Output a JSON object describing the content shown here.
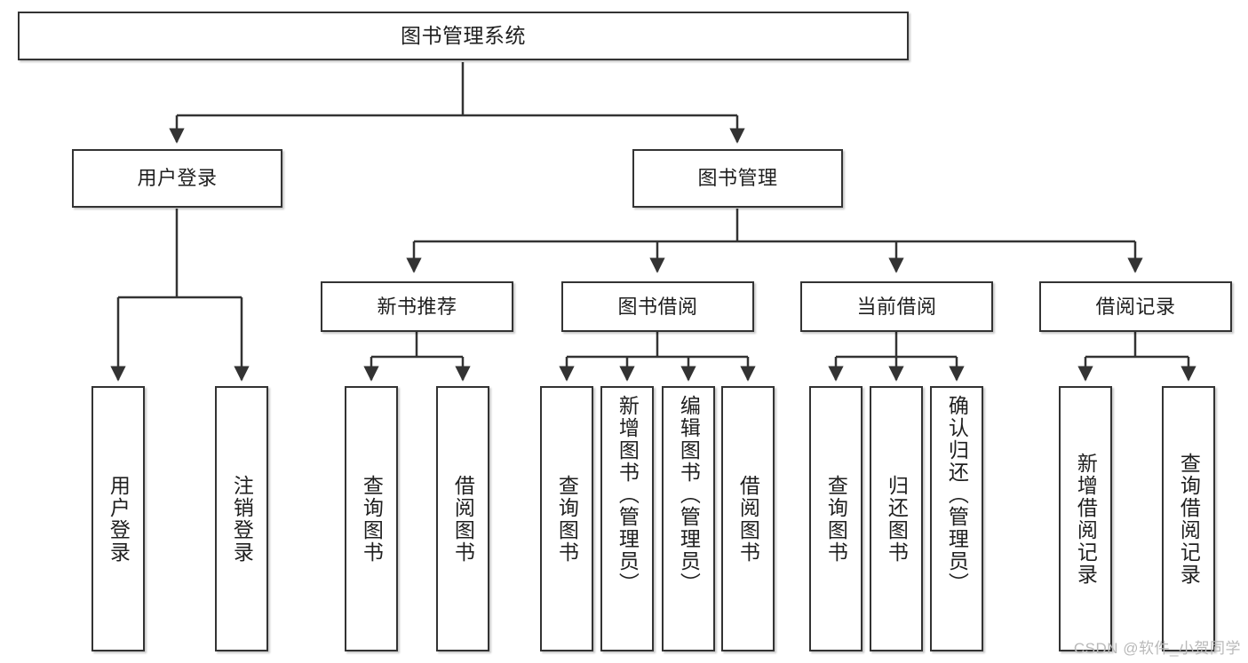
{
  "diagram": {
    "title": "图书管理系统",
    "type": "tree",
    "watermark": "CSDN @软件_小贺同学",
    "colors": {
      "box_border": "#333333",
      "box_fill": "#ffffff",
      "edge": "#333333",
      "text": "#1f1f1f",
      "watermark": "#b9b9b9"
    },
    "levels": {
      "root": {
        "label": "图书管理系统"
      },
      "level2": [
        {
          "label": "用户登录"
        },
        {
          "label": "图书管理"
        }
      ],
      "level3": [
        {
          "label": "新书推荐"
        },
        {
          "label": "图书借阅"
        },
        {
          "label": "当前借阅"
        },
        {
          "label": "借阅记录"
        }
      ],
      "leaves": {
        "user_login": [
          {
            "label": "用户登录"
          },
          {
            "label": "注销登录"
          }
        ],
        "new_book_recommend": [
          {
            "label": "查询图书"
          },
          {
            "label": "借阅图书"
          }
        ],
        "book_borrow": [
          {
            "label": "查询图书"
          },
          {
            "label": "新增图书（管理员）"
          },
          {
            "label": "编辑图书（管理员）"
          },
          {
            "label": "借阅图书"
          }
        ],
        "current_borrow": [
          {
            "label": "查询图书"
          },
          {
            "label": "归还图书"
          },
          {
            "label": "确认归还（管理员）"
          }
        ],
        "borrow_record": [
          {
            "label": "新增借阅记录"
          },
          {
            "label": "查询借阅记录"
          }
        ]
      }
    }
  }
}
